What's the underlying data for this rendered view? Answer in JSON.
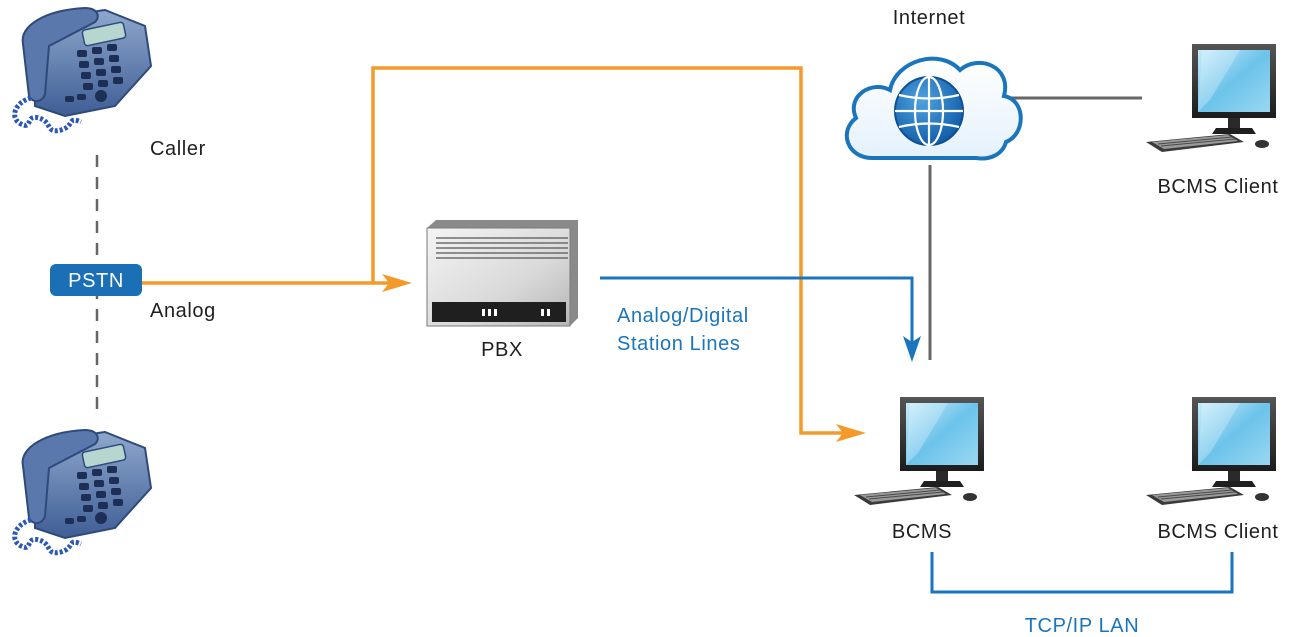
{
  "labels": {
    "internet": "Internet",
    "caller": "Caller",
    "pstn": "PSTN",
    "analog": "Analog",
    "pbx": "PBX",
    "station_lines_1": "Analog/Digital",
    "station_lines_2": "Station Lines",
    "bcms": "BCMS",
    "bcms_client_top": "BCMS Client",
    "bcms_client_bottom": "BCMS Client",
    "lan": "TCP/IP LAN"
  },
  "colors": {
    "orange_line": "#f39a2b",
    "blue_line": "#1a75bc",
    "gray_line": "#666666",
    "pstn_badge": "#1a6fb5"
  },
  "icons": [
    "telephone-icon",
    "cloud-globe-icon",
    "pbx-box-icon",
    "computer-icon"
  ]
}
